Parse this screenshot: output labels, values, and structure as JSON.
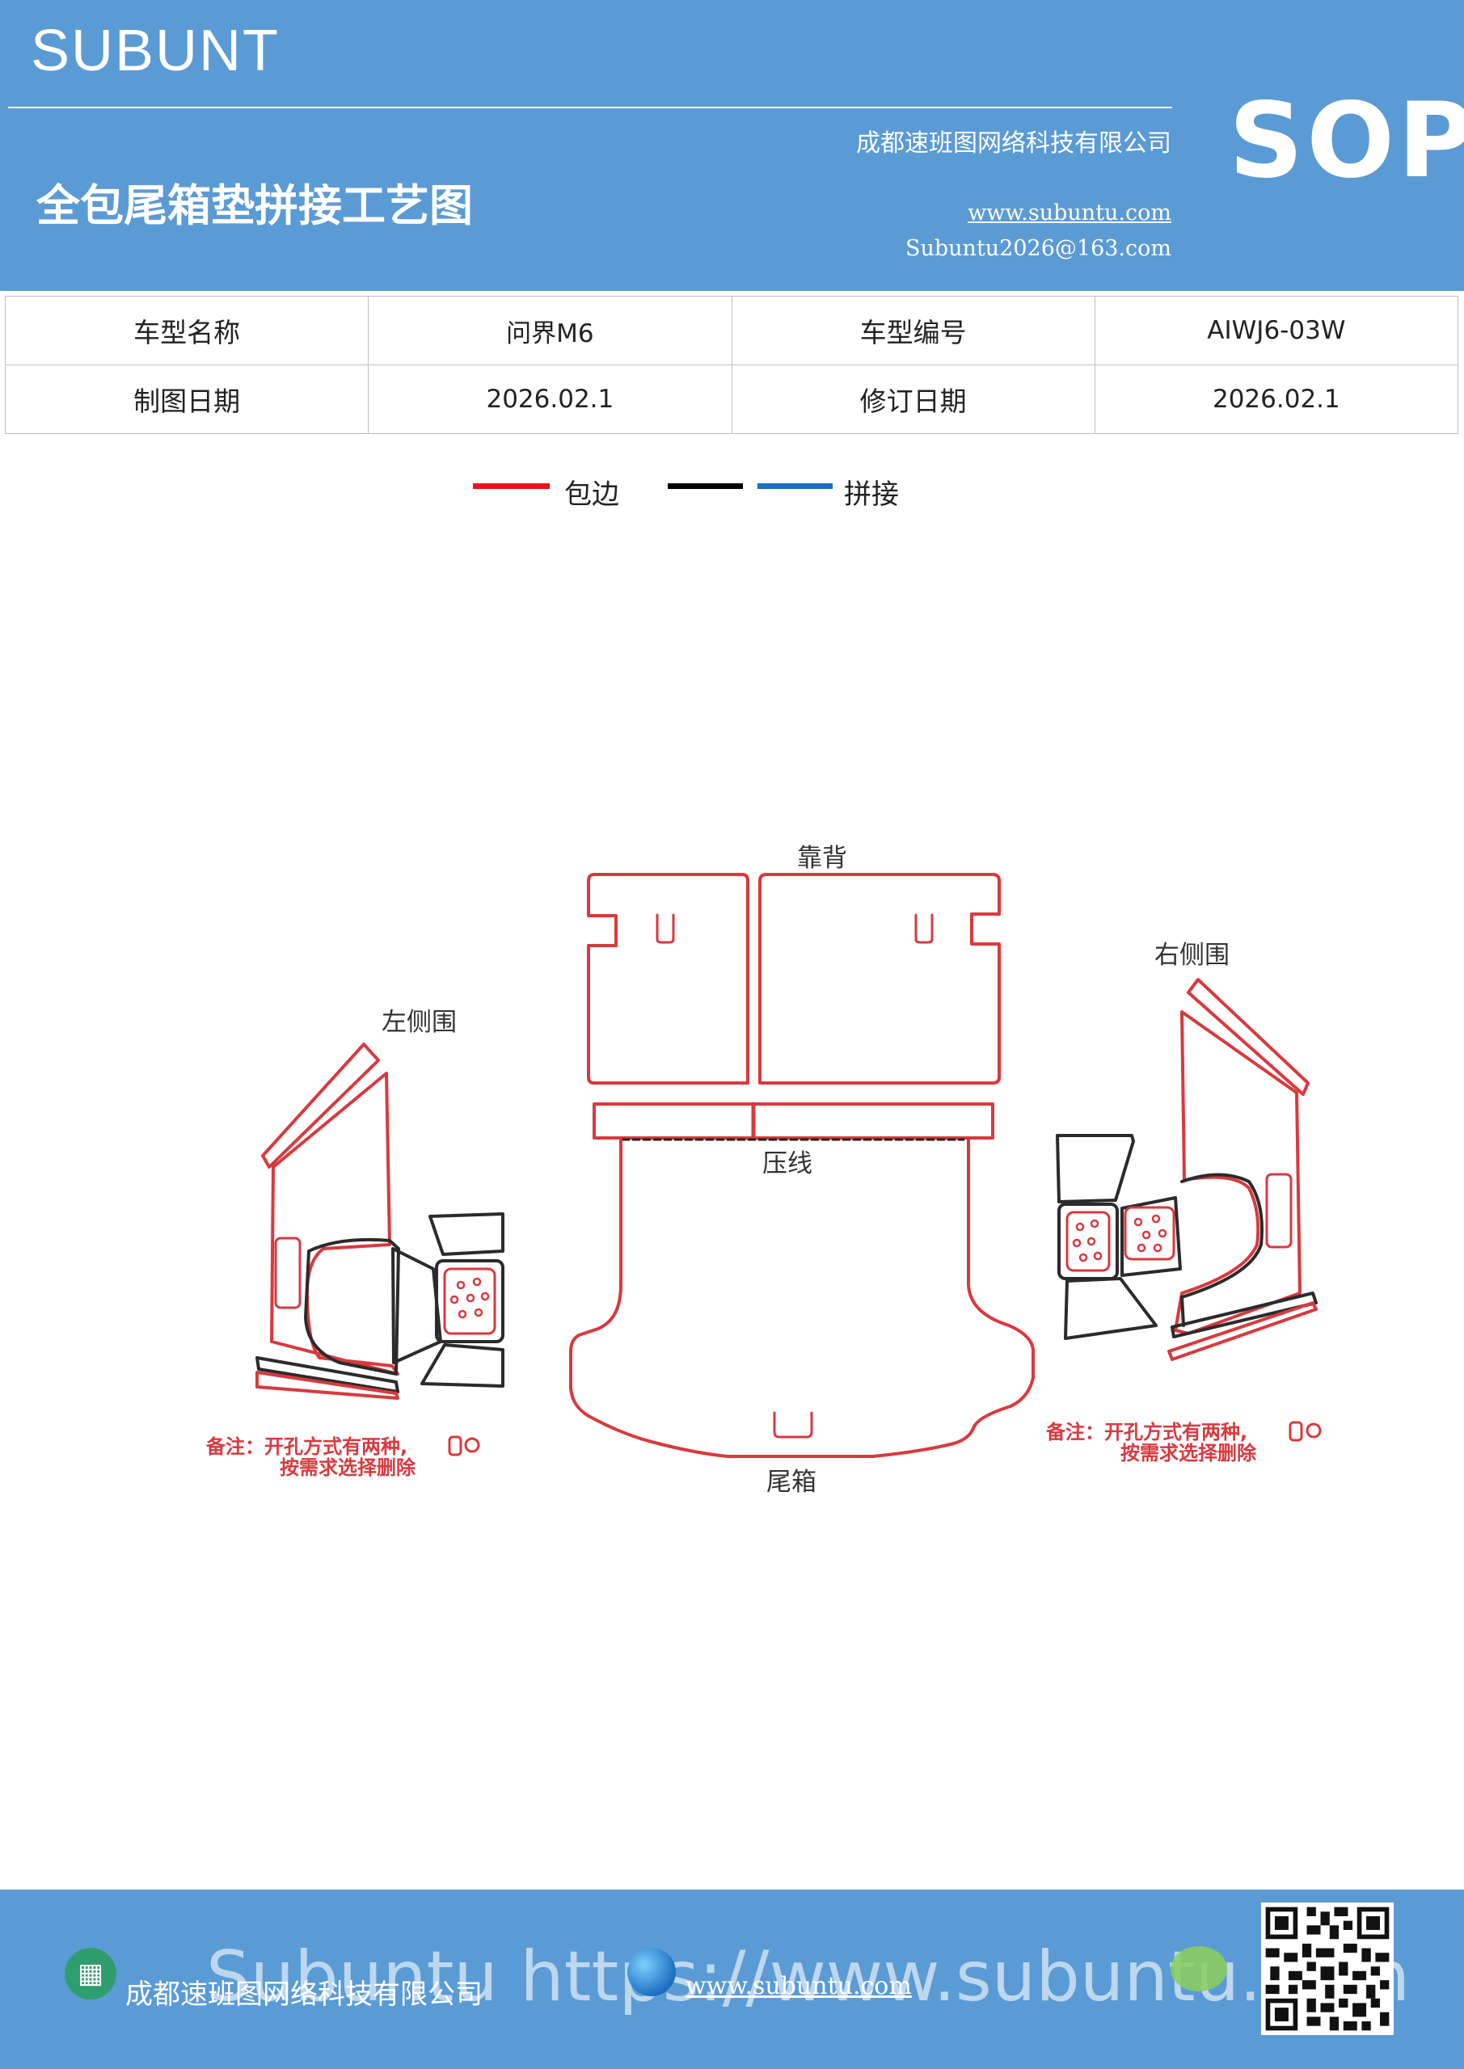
{
  "header": {
    "brand": "SUBUNT",
    "title": "全包尾箱垫拼接工艺图",
    "company": "成都速班图网络科技有限公司",
    "website": "www.subuntu.com",
    "email": "Subuntu2026@163.com",
    "badge": "SOP"
  },
  "info_table": {
    "model_name_label": "车型名称",
    "model_name_value": "问界M6",
    "model_code_label": "车型编号",
    "model_code_value": "AIWJ6-03W",
    "draw_date_label": "制图日期",
    "draw_date_value": "2026.02.1",
    "revise_date_label": "修订日期",
    "revise_date_value": "2026.02.1"
  },
  "legend": {
    "items": [
      {
        "label": "包边",
        "color": "#e8141c"
      },
      {
        "label": "",
        "color": "#000000"
      },
      {
        "label": "拼接",
        "color": "#1a6fc4"
      }
    ]
  },
  "diagram": {
    "backrest_label": "靠背",
    "press_line_label": "压线",
    "trunk_label": "尾箱",
    "left_side_label": "左侧围",
    "right_side_label": "右侧围",
    "note_left_line1": "备注：开孔方式有两种,",
    "note_left_line2": "按需求选择删除",
    "note_right_line1": "备注：开孔方式有两种,",
    "note_right_line2": "按需求选择删除"
  },
  "footer": {
    "company": "成都速班图网络科技有限公司",
    "website": "www.subuntu.com",
    "overlay_text": "Subuntu https://www.subuntu.com"
  },
  "colors": {
    "header_bg": "#5b9bd5",
    "outline_red": "#d9393e",
    "outline_dark": "#2b2b2b"
  }
}
